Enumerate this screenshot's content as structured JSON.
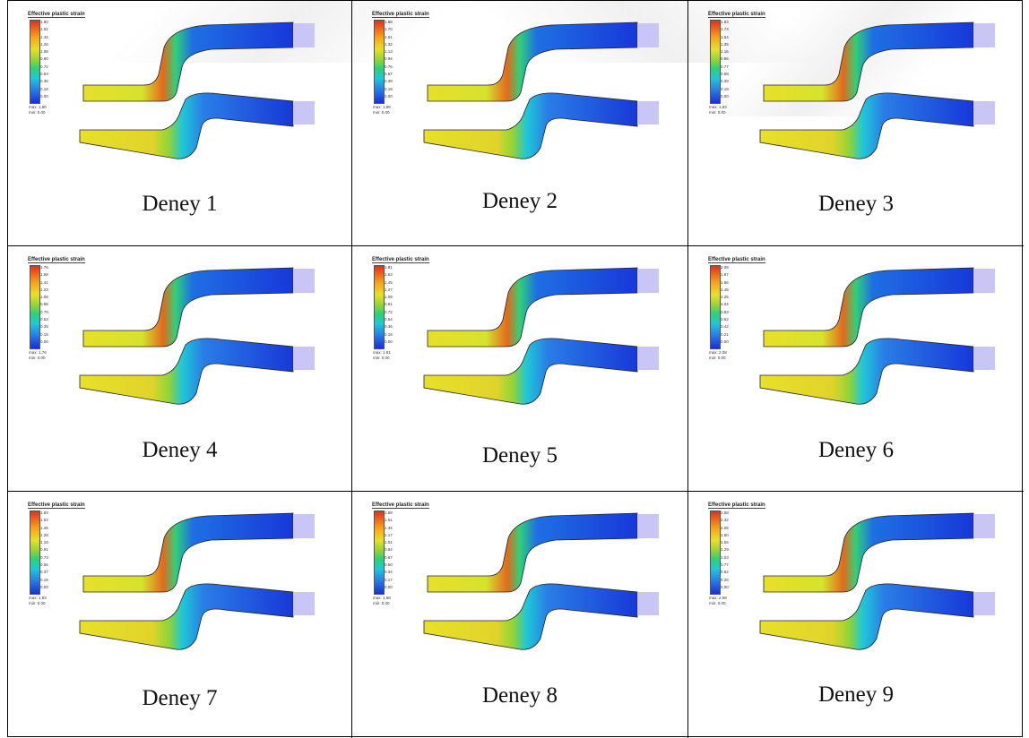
{
  "legend_title": "Effective plastic strain",
  "colors": {
    "high": "#e0301e",
    "mid": "#e8e02a",
    "low": "#1830d8",
    "die": "#c9c6f5"
  },
  "cells": [
    {
      "caption": "Deney 1",
      "ticks": [
        "1.80",
        "1.62",
        "1.44",
        "1.26",
        "1.08",
        "0.90",
        "0.72",
        "0.54",
        "0.36",
        "0.18",
        "0.00"
      ],
      "max": "max: 1.80",
      "min": "min: 0.00"
    },
    {
      "caption": "Deney 2",
      "ticks": [
        "1.88",
        "1.70",
        "1.51",
        "1.32",
        "1.13",
        "0.94",
        "0.76",
        "0.57",
        "0.38",
        "0.19",
        "0.00"
      ],
      "max": "max: 1.88",
      "min": "min: 0.00"
    },
    {
      "caption": "Deney 3",
      "ticks": [
        "1.93",
        "1.73",
        "1.54",
        "1.35",
        "1.16",
        "0.96",
        "0.77",
        "0.58",
        "0.39",
        "0.19",
        "0.00"
      ],
      "max": "max: 1.93",
      "min": "min: 0.00"
    },
    {
      "caption": "Deney 4",
      "ticks": [
        "1.76",
        "1.58",
        "1.41",
        "1.23",
        "1.05",
        "0.88",
        "0.70",
        "0.53",
        "0.35",
        "0.18",
        "0.00"
      ],
      "max": "max: 1.76",
      "min": "min: 0.00"
    },
    {
      "caption": "Deney 5",
      "ticks": [
        "1.81",
        "1.63",
        "1.45",
        "1.27",
        "1.09",
        "0.91",
        "0.72",
        "0.54",
        "0.36",
        "0.18",
        "0.00"
      ],
      "max": "max: 1.81",
      "min": "min: 0.00"
    },
    {
      "caption": "Deney 6",
      "ticks": [
        "2.08",
        "1.87",
        "1.66",
        "1.45",
        "1.25",
        "1.04",
        "0.83",
        "0.62",
        "0.42",
        "0.21",
        "0.00"
      ],
      "max": "max: 2.08",
      "min": "min: 0.00"
    },
    {
      "caption": "Deney 7",
      "ticks": [
        "1.83",
        "1.64",
        "1.46",
        "1.28",
        "1.10",
        "0.91",
        "0.73",
        "0.55",
        "0.37",
        "0.18",
        "0.00"
      ],
      "max": "max: 1.83",
      "min": "min: 0.00"
    },
    {
      "caption": "Deney 8",
      "ticks": [
        "1.68",
        "1.51",
        "1.34",
        "1.17",
        "1.01",
        "0.84",
        "0.67",
        "0.50",
        "0.34",
        "0.17",
        "0.00"
      ],
      "max": "max: 1.68",
      "min": "min: 0.00"
    },
    {
      "caption": "Deney 9",
      "ticks": [
        "2.58",
        "2.32",
        "2.06",
        "1.80",
        "1.55",
        "1.29",
        "1.03",
        "0.77",
        "0.52",
        "0.26",
        "0.00"
      ],
      "max": "max: 2.58",
      "min": "min: 0.00"
    }
  ]
}
